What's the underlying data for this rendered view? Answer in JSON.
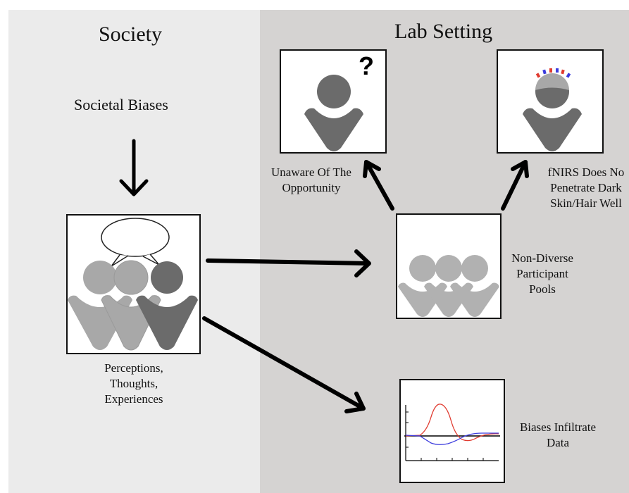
{
  "left_panel": {
    "title": "Society",
    "biases_label": "Societal Biases",
    "perceptions_label": [
      "Perceptions,",
      "Thoughts,",
      "Experiences"
    ]
  },
  "right_panel": {
    "title": "Lab Setting",
    "unaware_label": [
      "Unaware Of The",
      "Opportunity"
    ],
    "fnirs_label": [
      "fNIRS Does No",
      "Penetrate Dark",
      "Skin/Hair Well"
    ],
    "pools_label": [
      "Non-Diverse",
      "Participant",
      "Pools"
    ],
    "data_label": [
      "Biases Infiltrate",
      "Data"
    ],
    "question_mark": "?"
  },
  "colors": {
    "society_bg": "#ebebeb",
    "lab_bg": "#d5d3d2",
    "person_dark": "#6b6b6b",
    "person_light": "#a8a8a8",
    "signal_red": "#e03a2f",
    "signal_blue": "#3b3bdd"
  }
}
